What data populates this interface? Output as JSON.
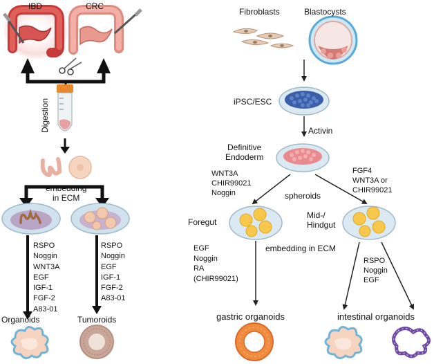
{
  "left": {
    "ibd": "IBD",
    "crc": "CRC",
    "digestion": "Digestion",
    "embedding": "embedding\nin ECM",
    "organoid_factors": "RSPO\nNoggin\nWNT3A\nEGF\nIGF-1\nFGF-2\nA83-01",
    "tumoroid_factors": "RSPO\nNoggin\nEGF\nIGF-1\nFGF-2\nA83-01",
    "organoids": "Organoids",
    "tumoroids": "Tumoroids"
  },
  "right": {
    "fibroblasts": "Fibroblasts",
    "blastocysts": "Blastocysts",
    "ipsc": "iPSC/ESC",
    "activin": "Activin",
    "definitive_endoderm": "Definitive\nEndoderm",
    "foregut_factors": "WNT3A\nCHIR99021\nNoggin",
    "hindgut_factors": "FGF4\nWNT3A or\nCHIR99021",
    "spheroids": "spheroids",
    "foregut": "Foregut",
    "hindgut": "Mid-/\nHindgut",
    "embedding": "embedding in ECM",
    "gastric_factors": "EGF\nNoggin\nRA\n(CHIR99021)",
    "intestinal_factors": "RSPO\nNoggin\nEGF",
    "gastric_organoids": "gastric organoids",
    "intestinal_organoids": "intestinal organoids"
  },
  "colors": {
    "colon_red": "#d9534f",
    "colon_pink": "#e89a8e",
    "dish_blue": "#cfe2ee",
    "matrix_purple": "#b9a6c6",
    "cell_blue": "#3a5ea8",
    "cell_pink": "#e98a8f",
    "spheroid_yellow": "#f7c84a",
    "gastric_orange": "#f08a3c",
    "tube_cap": "#e8892b"
  }
}
